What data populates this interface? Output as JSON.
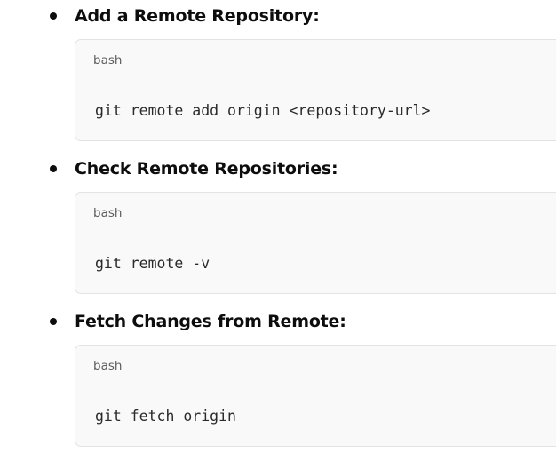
{
  "steps": [
    {
      "title": "Add a Remote Repository:",
      "language": "bash",
      "code": "git remote add origin <repository-url>"
    },
    {
      "title": "Check Remote Repositories:",
      "language": "bash",
      "code": "git remote -v"
    },
    {
      "title": "Fetch Changes from Remote:",
      "language": "bash",
      "code": "git fetch origin"
    }
  ]
}
